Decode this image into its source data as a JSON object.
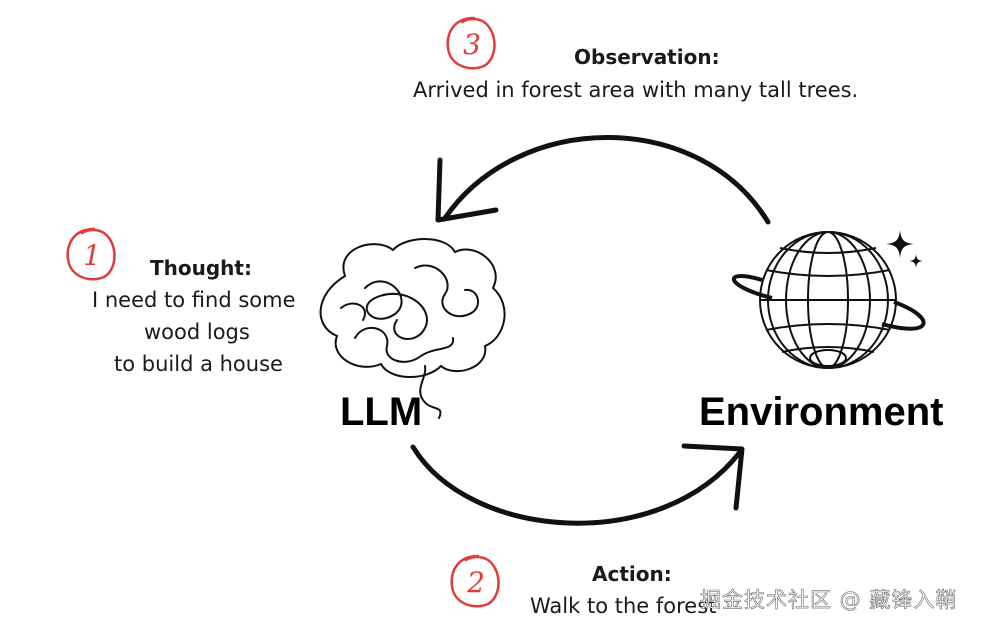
{
  "steps": [
    {
      "number": "1",
      "title": "Thought:",
      "lines": [
        "I need to find some",
        "wood logs",
        "to build a house"
      ]
    },
    {
      "number": "2",
      "title": "Action:",
      "lines": [
        "Walk to the forest"
      ]
    },
    {
      "number": "3",
      "title": "Observation:",
      "lines": [
        "Arrived in forest area with many tall trees."
      ]
    }
  ],
  "nodes": {
    "llm": "LLM",
    "environment": "Environment"
  },
  "watermark": "掘金技术社区 @ 藏锋入鞘",
  "colors": {
    "accent": "#e23b3b",
    "ink": "#111111"
  },
  "icons": [
    "brain-icon",
    "globe-icon",
    "sparkle-icon"
  ]
}
